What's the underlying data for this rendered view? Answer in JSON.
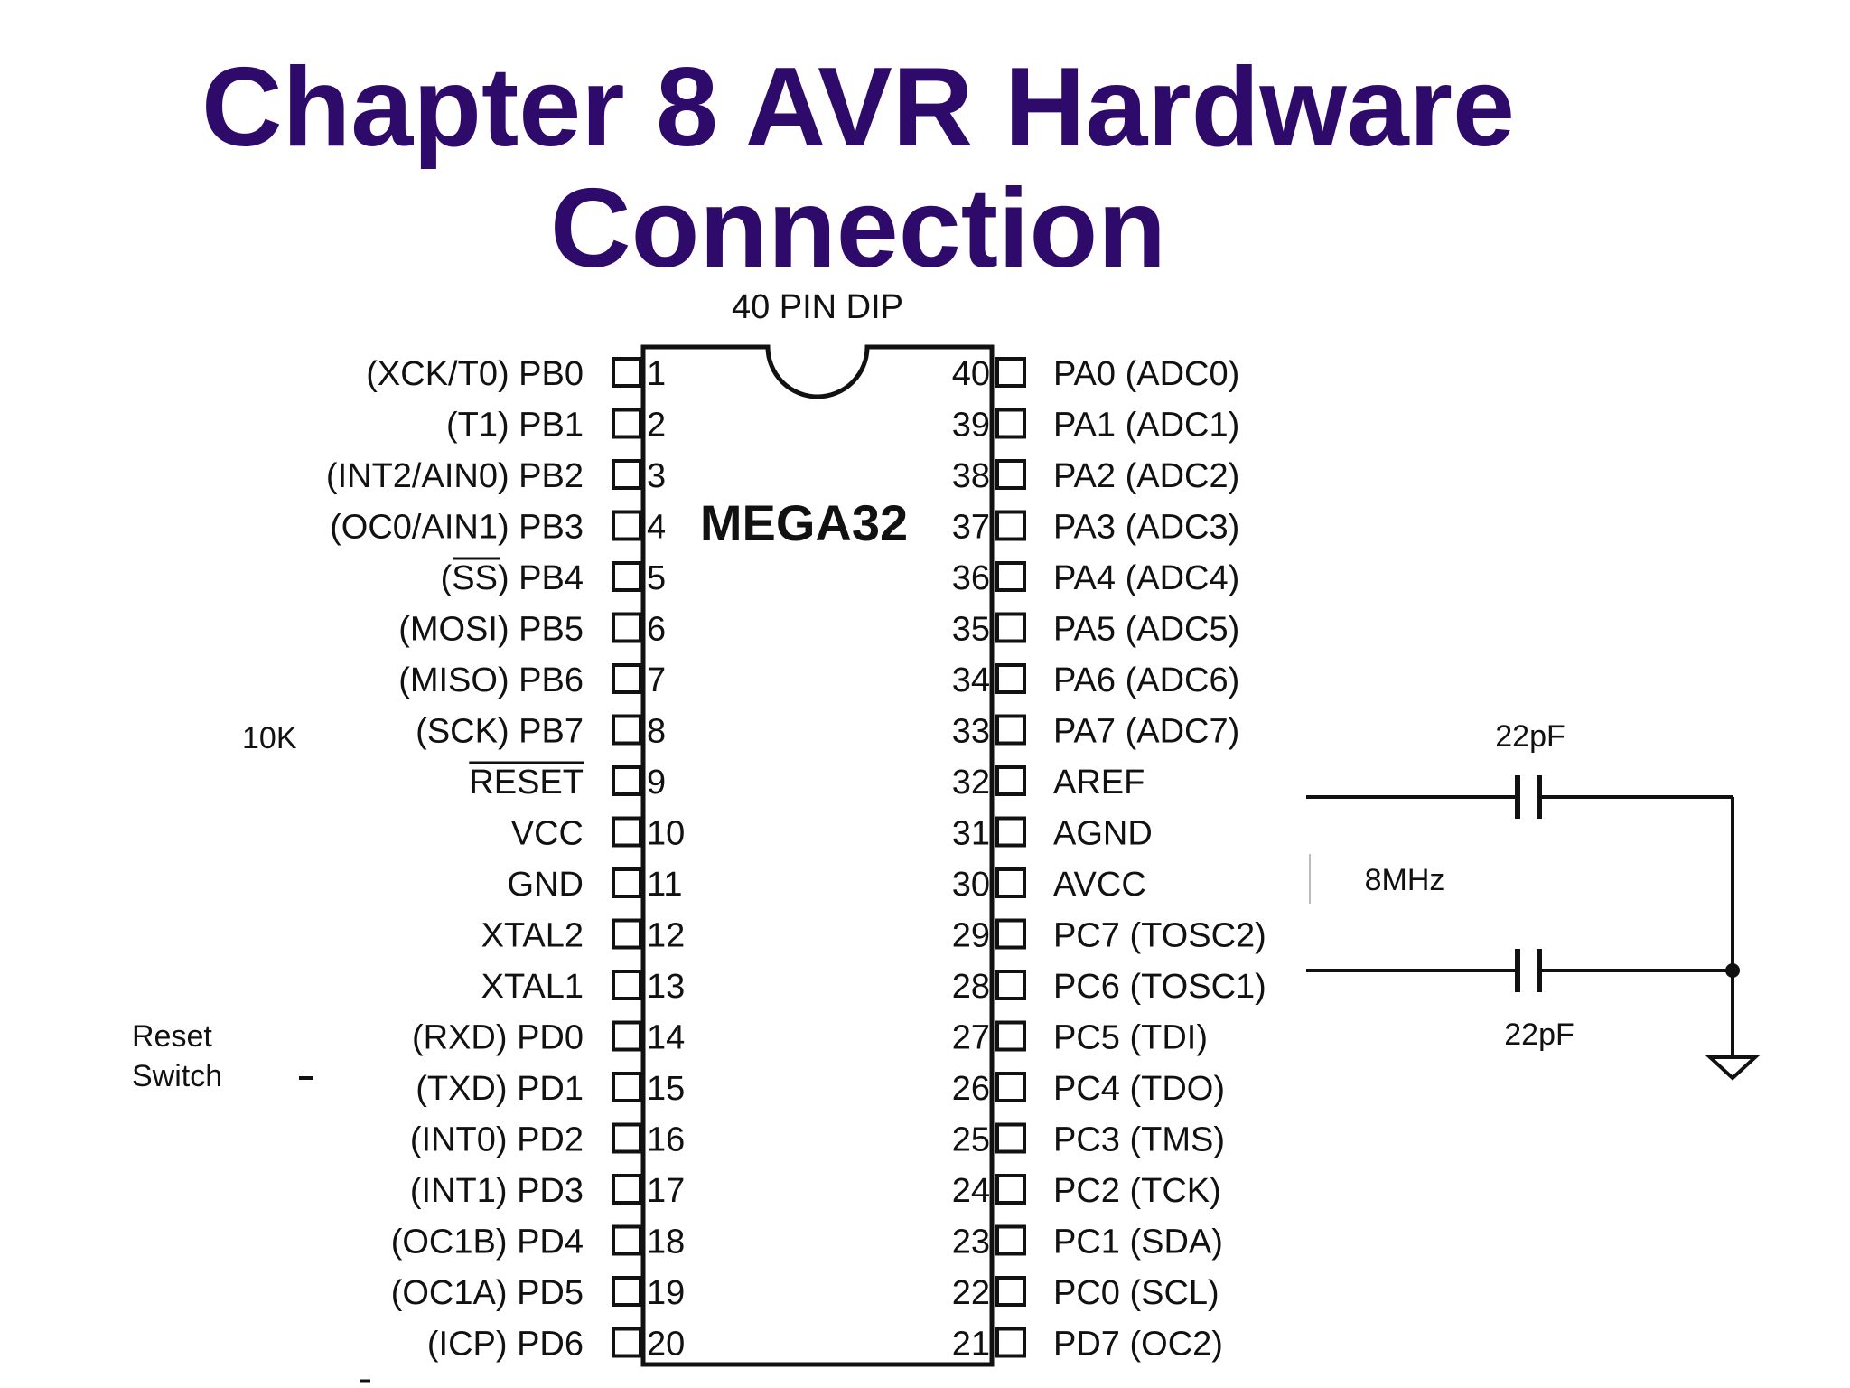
{
  "title": {
    "line1": "Chapter 8 AVR Hardware",
    "line2": "Connection"
  },
  "package_label": "40 PIN DIP",
  "chip_name": "MEGA32",
  "left_pins": [
    {
      "num": "1",
      "name": "(XCK/T0) PB0"
    },
    {
      "num": "2",
      "name": "(T1) PB1"
    },
    {
      "num": "3",
      "name": "(INT2/AIN0) PB2"
    },
    {
      "num": "4",
      "name": "(OC0/AIN1) PB3"
    },
    {
      "num": "5",
      "name": "(SS) PB4",
      "overline_text": "SS",
      "prefix": "(",
      "suffix": ") PB4"
    },
    {
      "num": "6",
      "name": "(MOSI) PB5"
    },
    {
      "num": "7",
      "name": "(MISO) PB6"
    },
    {
      "num": "8",
      "name": "(SCK) PB7"
    },
    {
      "num": "9",
      "name": "RESET",
      "overline": true
    },
    {
      "num": "10",
      "name": "VCC"
    },
    {
      "num": "11",
      "name": "GND"
    },
    {
      "num": "12",
      "name": "XTAL2"
    },
    {
      "num": "13",
      "name": "XTAL1"
    },
    {
      "num": "14",
      "name": "(RXD) PD0"
    },
    {
      "num": "15",
      "name": "(TXD) PD1"
    },
    {
      "num": "16",
      "name": "(INT0) PD2"
    },
    {
      "num": "17",
      "name": "(INT1) PD3"
    },
    {
      "num": "18",
      "name": "(OC1B) PD4"
    },
    {
      "num": "19",
      "name": "(OC1A) PD5"
    },
    {
      "num": "20",
      "name": "(ICP) PD6"
    }
  ],
  "right_pins": [
    {
      "num": "40",
      "name": "PA0 (ADC0)"
    },
    {
      "num": "39",
      "name": "PA1 (ADC1)"
    },
    {
      "num": "38",
      "name": "PA2 (ADC2)"
    },
    {
      "num": "37",
      "name": "PA3 (ADC3)"
    },
    {
      "num": "36",
      "name": "PA4 (ADC4)"
    },
    {
      "num": "35",
      "name": "PA5 (ADC5)"
    },
    {
      "num": "34",
      "name": "PA6 (ADC6)"
    },
    {
      "num": "33",
      "name": "PA7 (ADC7)"
    },
    {
      "num": "32",
      "name": "AREF"
    },
    {
      "num": "31",
      "name": "AGND"
    },
    {
      "num": "30",
      "name": "AVCC"
    },
    {
      "num": "29",
      "name": "PC7 (TOSC2)"
    },
    {
      "num": "28",
      "name": "PC6 (TOSC1)"
    },
    {
      "num": "27",
      "name": "PC5 (TDI)"
    },
    {
      "num": "26",
      "name": "PC4 (TDO)"
    },
    {
      "num": "25",
      "name": "PC3 (TMS)"
    },
    {
      "num": "24",
      "name": "PC2 (TCK)"
    },
    {
      "num": "23",
      "name": "PC1 (SDA)"
    },
    {
      "num": "22",
      "name": "PC0 (SCL)"
    },
    {
      "num": "21",
      "name": "PD7 (OC2)"
    }
  ],
  "external": {
    "resistor_label": "10K",
    "reset_switch_label_line1": "Reset",
    "reset_switch_label_line2": "Switch",
    "cap_top_label": "22pF",
    "cap_bottom_label": "22pF",
    "crystal_label": "8MHz"
  }
}
